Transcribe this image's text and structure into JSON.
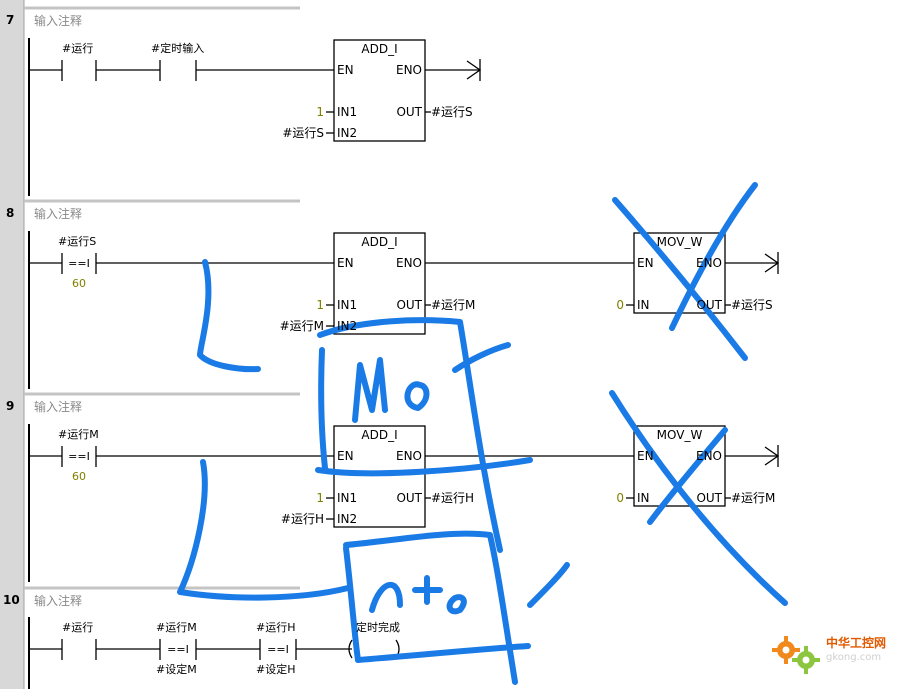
{
  "networks": [
    {
      "number": "7",
      "comment": "输入注释",
      "contacts": [
        {
          "label": "#运行"
        },
        {
          "label": "#定时输入"
        }
      ],
      "block": {
        "title": "ADD_I",
        "en": "EN",
        "eno": "ENO",
        "in1": "IN1",
        "in2": "IN2",
        "out": "OUT",
        "in1_value": "1",
        "in2_value": "#运行S",
        "out_value": "#运行S"
      }
    },
    {
      "number": "8",
      "comment": "输入注释",
      "compare": {
        "label": "#运行S",
        "op": "==I",
        "value": "60"
      },
      "block": {
        "title": "ADD_I",
        "en": "EN",
        "eno": "ENO",
        "in1": "IN1",
        "in2": "IN2",
        "out": "OUT",
        "in1_value": "1",
        "in2_value": "#运行M",
        "out_value": "#运行M"
      },
      "mov": {
        "title": "MOV_W",
        "en": "EN",
        "eno": "ENO",
        "in": "IN",
        "out": "OUT",
        "in_value": "0",
        "out_value": "#运行S"
      }
    },
    {
      "number": "9",
      "comment": "输入注释",
      "compare": {
        "label": "#运行M",
        "op": "==I",
        "value": "60"
      },
      "block": {
        "title": "ADD_I",
        "en": "EN",
        "eno": "ENO",
        "in1": "IN1",
        "in2": "IN2",
        "out": "OUT",
        "in1_value": "1",
        "in2_value": "#运行H",
        "out_value": "#运行H"
      },
      "mov": {
        "title": "MOV_W",
        "en": "EN",
        "eno": "ENO",
        "in": "IN",
        "out": "OUT",
        "in_value": "0",
        "out_value": "#运行M"
      }
    },
    {
      "number": "10",
      "comment": "输入注释",
      "contacts": [
        {
          "label": "#运行"
        }
      ],
      "compares": [
        {
          "label": "#运行M",
          "op": "==I",
          "value": "#设定M"
        },
        {
          "label": "#运行H",
          "op": "==I",
          "value": "#设定H"
        }
      ],
      "coil_label": "定时完成"
    }
  ],
  "annotation": {
    "color": "#1a7be6",
    "handwriting": [
      "Mov",
      "n+o"
    ]
  },
  "watermark": {
    "title": "中华工控网",
    "url": "gkong.com"
  }
}
